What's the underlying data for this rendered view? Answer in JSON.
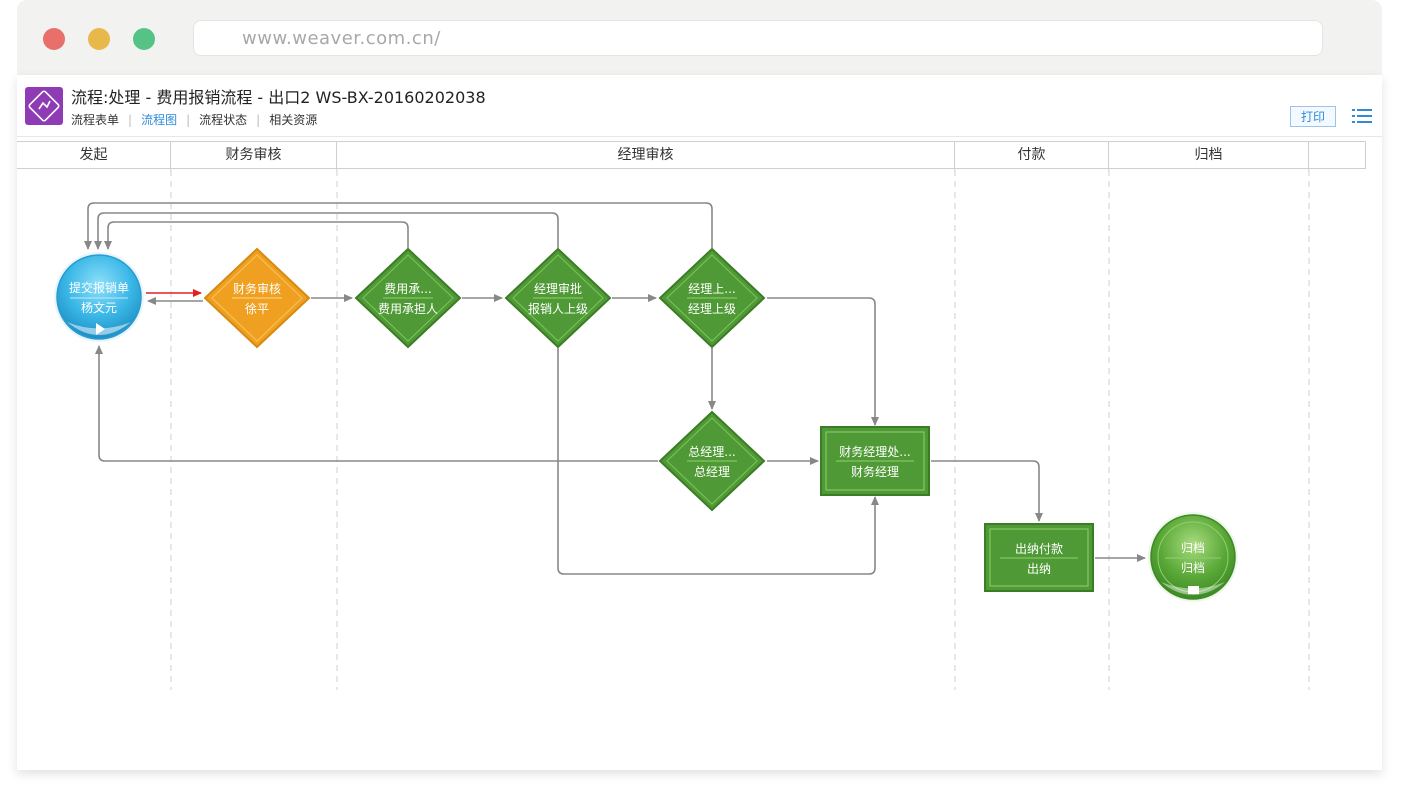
{
  "browser": {
    "url": "www.weaver.com.cn/"
  },
  "header": {
    "title": "流程:处理 - 费用报销流程 - 出口2 WS-BX-20160202038",
    "tabs": [
      {
        "label": "流程表单",
        "active": false
      },
      {
        "label": "流程图",
        "active": true
      },
      {
        "label": "流程状态",
        "active": false
      },
      {
        "label": "相关资源",
        "active": false
      }
    ],
    "tab_separator": "|",
    "print_label": "打印",
    "menu_icon": "list-icon"
  },
  "lanes": [
    "发起",
    "财务审核",
    "经理审核",
    "付款",
    "归档"
  ],
  "nodes": {
    "submit": {
      "name": "提交报销单",
      "operator": "杨文元",
      "shape": "start-circle",
      "color": "#39b6e6"
    },
    "finance_review": {
      "name": "财务审核",
      "operator": "徐平",
      "shape": "diamond",
      "color": "#f0a020",
      "status": "current"
    },
    "expense_bearer": {
      "name": "费用承...",
      "operator": "费用承担人",
      "shape": "diamond",
      "color": "#4f9a36"
    },
    "manager_approve": {
      "name": "经理审批",
      "operator": "报销人上级",
      "shape": "diamond",
      "color": "#4f9a36"
    },
    "manager_up": {
      "name": "经理上...",
      "operator": "经理上级",
      "shape": "diamond",
      "color": "#4f9a36"
    },
    "gm": {
      "name": "总经理...",
      "operator": "总经理",
      "shape": "diamond",
      "color": "#4f9a36"
    },
    "finance_manager": {
      "name": "财务经理处...",
      "operator": "财务经理",
      "shape": "rect",
      "color": "#4f9a36"
    },
    "cashier_pay": {
      "name": "出纳付款",
      "operator": "出纳",
      "shape": "rect",
      "color": "#4f9a36"
    },
    "archive": {
      "name": "归档",
      "operator": "归档",
      "shape": "end-circle",
      "color": "#5aa838"
    }
  },
  "colors": {
    "flow_line": "#888888",
    "active_flow": "#e02020",
    "lane_border": "#cfcfcf"
  }
}
